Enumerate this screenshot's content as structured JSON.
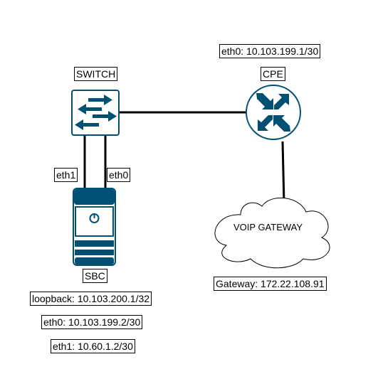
{
  "nodes": {
    "switch": {
      "label": "SWITCH"
    },
    "cpe": {
      "label": "CPE",
      "interface": "eth0: 10.103.199.1/30"
    },
    "sbc": {
      "label": "SBC",
      "loopback": "loopback: 10.103.200.1/32",
      "eth0": "eth0: 10.103.199.2/30",
      "eth1": "eth1: 10.60.1.2/30"
    },
    "cloud": {
      "label": "VOIP GATEWAY",
      "gateway": "Gateway: 172.22.108.91"
    }
  },
  "links": {
    "sbc_switch_left": "eth1",
    "sbc_switch_right": "eth0"
  },
  "colors": {
    "device_fill": "#005073",
    "device_stroke": "#005073",
    "device_bg": "#ffffff",
    "line": "#000000"
  },
  "icons": {
    "switch": "network-switch-icon",
    "cpe": "router-icon",
    "sbc": "server-icon",
    "cloud": "cloud-icon"
  }
}
